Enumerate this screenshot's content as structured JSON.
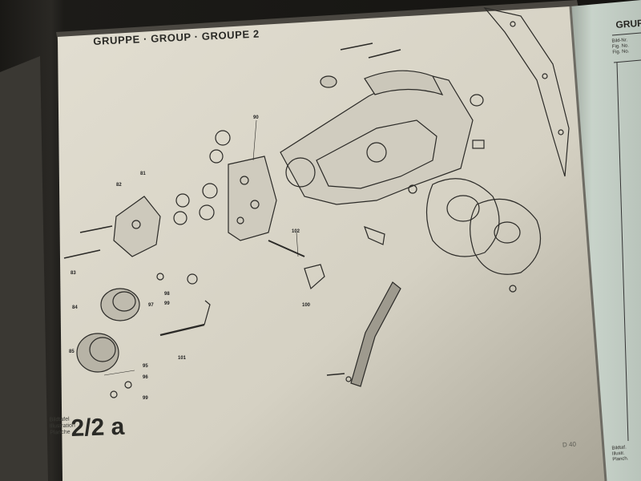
{
  "photo": {
    "subject": "parts catalogue page, exploded view drawing",
    "colors": {
      "paper": "#d9d5c8",
      "paper_shadow": "#a9a598",
      "ink": "#2a2a26",
      "right_page": "#c4cfc6",
      "background": "#1b1a17"
    }
  },
  "page_text": {
    "group_header": "GRUPPE · GROUP · GROUPE 2",
    "bild_label": "Bildtafel\nIllustration\nPlanche",
    "page_number": "2/2 a",
    "corner_code": "D 40"
  },
  "right_page": {
    "header": "GRUPP",
    "labels_top": "Bild-Nr.\nFig. No.\nFig. No.",
    "labels_bottom": "Bildtaf.\nIllustr.\nPlanch."
  },
  "part_labels": [
    {
      "text": "81"
    },
    {
      "text": "82"
    },
    {
      "text": "83"
    },
    {
      "text": "84"
    },
    {
      "text": "85"
    },
    {
      "text": "90"
    },
    {
      "text": "95"
    },
    {
      "text": "96"
    },
    {
      "text": "97"
    },
    {
      "text": "98"
    },
    {
      "text": "99"
    },
    {
      "text": "99"
    },
    {
      "text": "100"
    },
    {
      "text": "101"
    },
    {
      "text": "102"
    }
  ]
}
